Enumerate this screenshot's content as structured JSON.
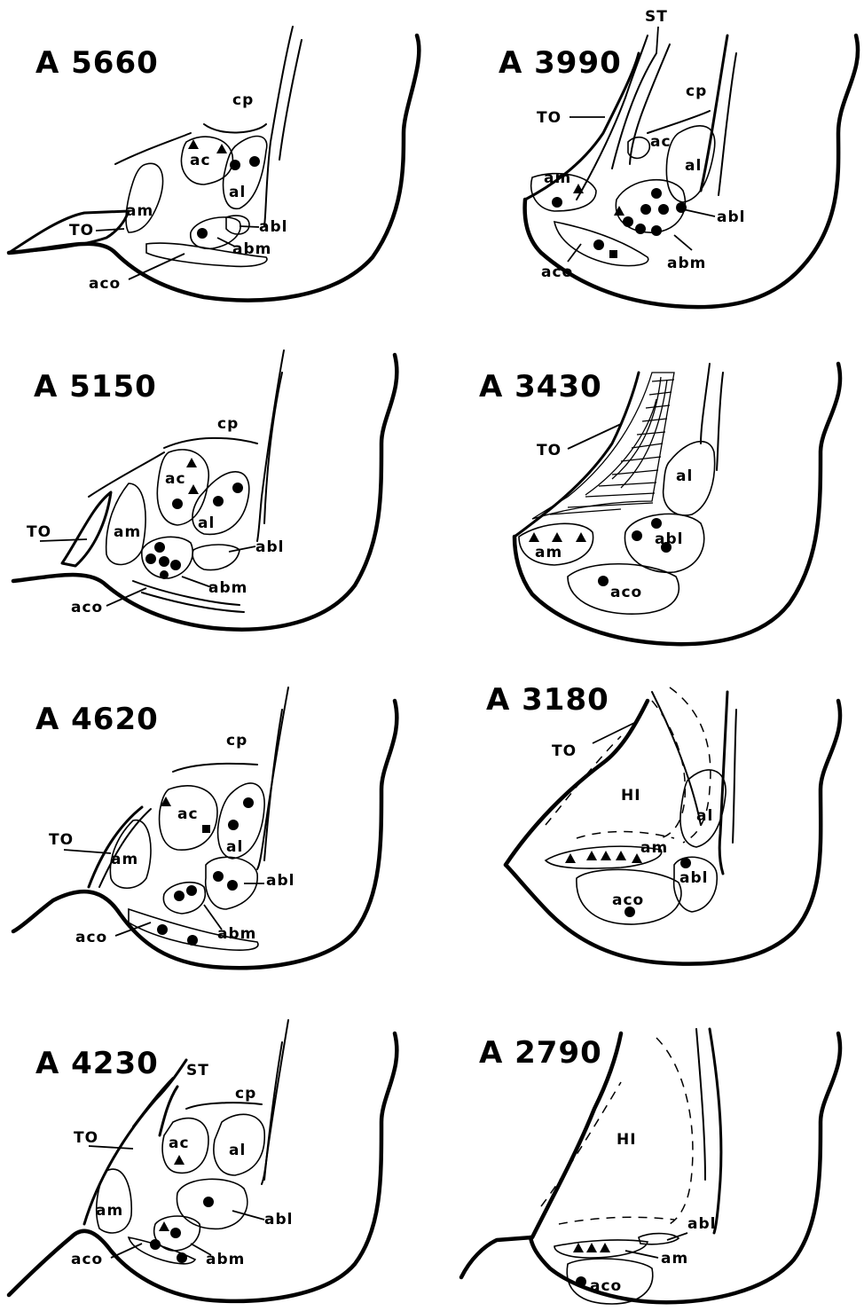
{
  "panels": [
    {
      "title": "A 5660",
      "labels": {
        "cp": "cp",
        "ac": "ac",
        "al": "al",
        "am": "am",
        "TO": "TO",
        "abl": "abl",
        "abm": "abm",
        "aco": "aco"
      }
    },
    {
      "title": "A 3990",
      "labels": {
        "ST": "ST",
        "cp": "cp",
        "TO": "TO",
        "ac": "ac",
        "al": "al",
        "am": "am",
        "abl": "abl",
        "abm": "abm",
        "aco": "aco"
      }
    },
    {
      "title": "A 5150",
      "labels": {
        "cp": "cp",
        "ac": "ac",
        "al": "al",
        "am": "am",
        "TO": "TO",
        "abl": "abl",
        "abm": "abm",
        "aco": "aco"
      }
    },
    {
      "title": "A 3430",
      "labels": {
        "TO": "TO",
        "al": "al",
        "am": "am",
        "abl": "abl",
        "aco": "aco"
      }
    },
    {
      "title": "A 4620",
      "labels": {
        "cp": "cp",
        "ac": "ac",
        "al": "al",
        "am": "am",
        "TO": "TO",
        "abl": "abl",
        "abm": "abm",
        "aco": "aco"
      }
    },
    {
      "title": "A 3180",
      "labels": {
        "TO": "TO",
        "HI": "HI",
        "al": "al",
        "am": "am",
        "abl": "abl",
        "aco": "aco"
      }
    },
    {
      "title": "A 4230",
      "labels": {
        "ST": "ST",
        "cp": "cp",
        "TO": "TO",
        "ac": "ac",
        "al": "al",
        "am": "am",
        "abl": "abl",
        "abm": "abm",
        "aco": "aco"
      }
    },
    {
      "title": "A 2790",
      "labels": {
        "HI": "HI",
        "abl": "abl",
        "am": "am",
        "aco": "aco"
      }
    }
  ],
  "marker_legend": {
    "circle": "circle-marker",
    "triangle": "triangle-marker",
    "square": "square-marker"
  }
}
